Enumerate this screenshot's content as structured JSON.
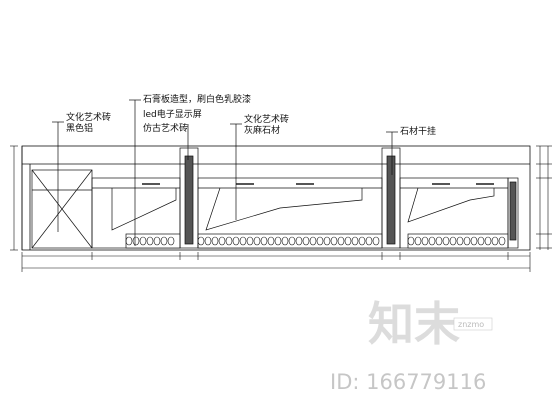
{
  "callouts": {
    "left_top": "文化艺术砖",
    "left_bottom": "黑色铝",
    "mid_1": "石膏板造型，刷白色乳胶漆",
    "mid_2": "led电子显示屏",
    "mid_3": "仿古艺术砖",
    "right_1": "文化艺术砖",
    "right_2": "灰麻石材",
    "far_right": "石材干挂"
  },
  "watermark": {
    "logo": "知末",
    "logo_small": "znzmo",
    "id_text": "ID: 166779116"
  }
}
